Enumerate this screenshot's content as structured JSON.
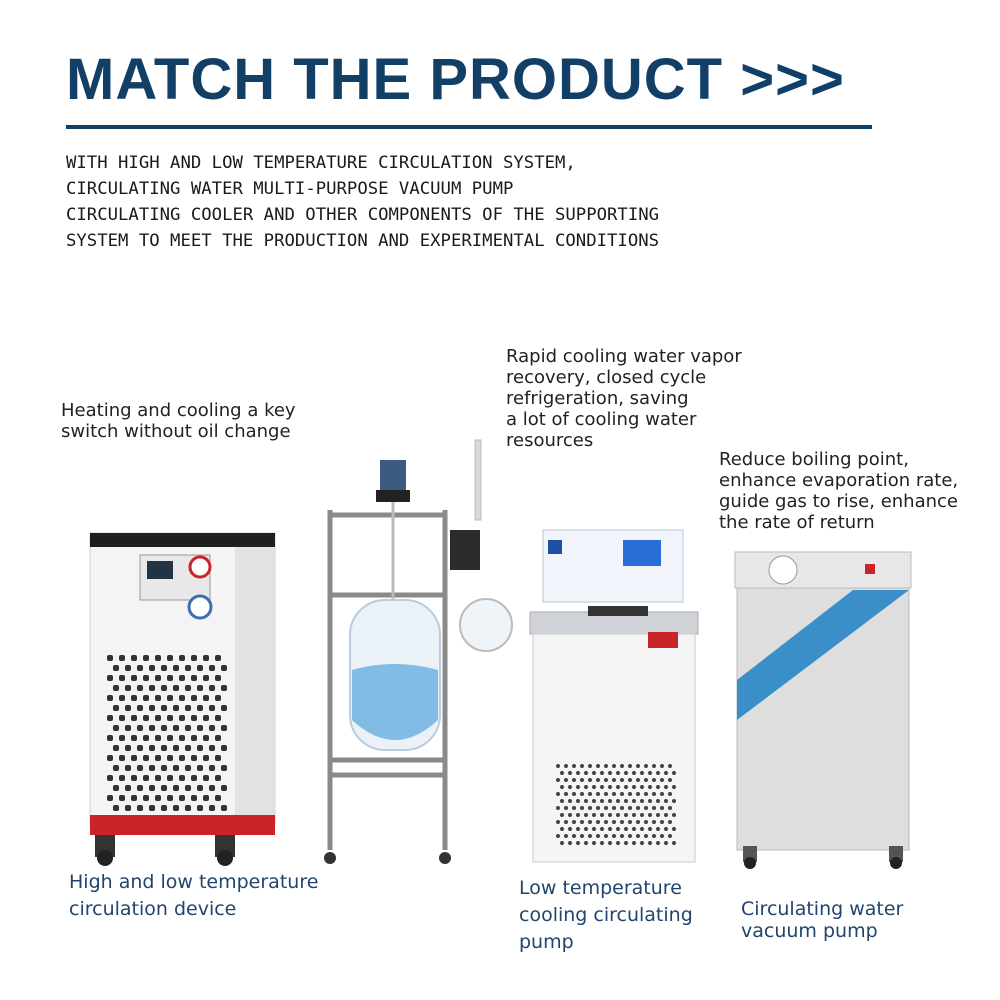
{
  "header": {
    "title": "MATCH THE PRODUCT >>>"
  },
  "intro_lines": [
    "WITH HIGH AND LOW TEMPERATURE CIRCULATION SYSTEM,",
    "CIRCULATING WATER MULTI-PURPOSE VACUUM PUMP",
    "CIRCULATING COOLER AND OTHER COMPONENTS OF THE SUPPORTING",
    "SYSTEM TO MEET THE PRODUCTION AND EXPERIMENTAL CONDITIONS"
  ],
  "notes": {
    "heating": [
      "Heating and cooling a key",
      "switch without oil change"
    ],
    "cooling": [
      "Rapid cooling water vapor",
      "recovery, closed cycle",
      "refrigeration, saving",
      "a lot of cooling water",
      "resources"
    ],
    "boiling": [
      "Reduce boiling point,",
      "enhance evaporation rate,",
      "guide gas to rise, enhance",
      "the rate of return"
    ]
  },
  "captions": {
    "circulator": [
      "High and low temperature",
      "circulation device"
    ],
    "pump": [
      "Low temperature",
      "cooling circulating",
      "pump"
    ],
    "vacuum": [
      "Circulating water",
      "vacuum pump"
    ]
  },
  "colors": {
    "title": "#123f66",
    "caption": "#21456e",
    "accent_red": "#c8242a",
    "display_blue": "#2a6fd6"
  }
}
